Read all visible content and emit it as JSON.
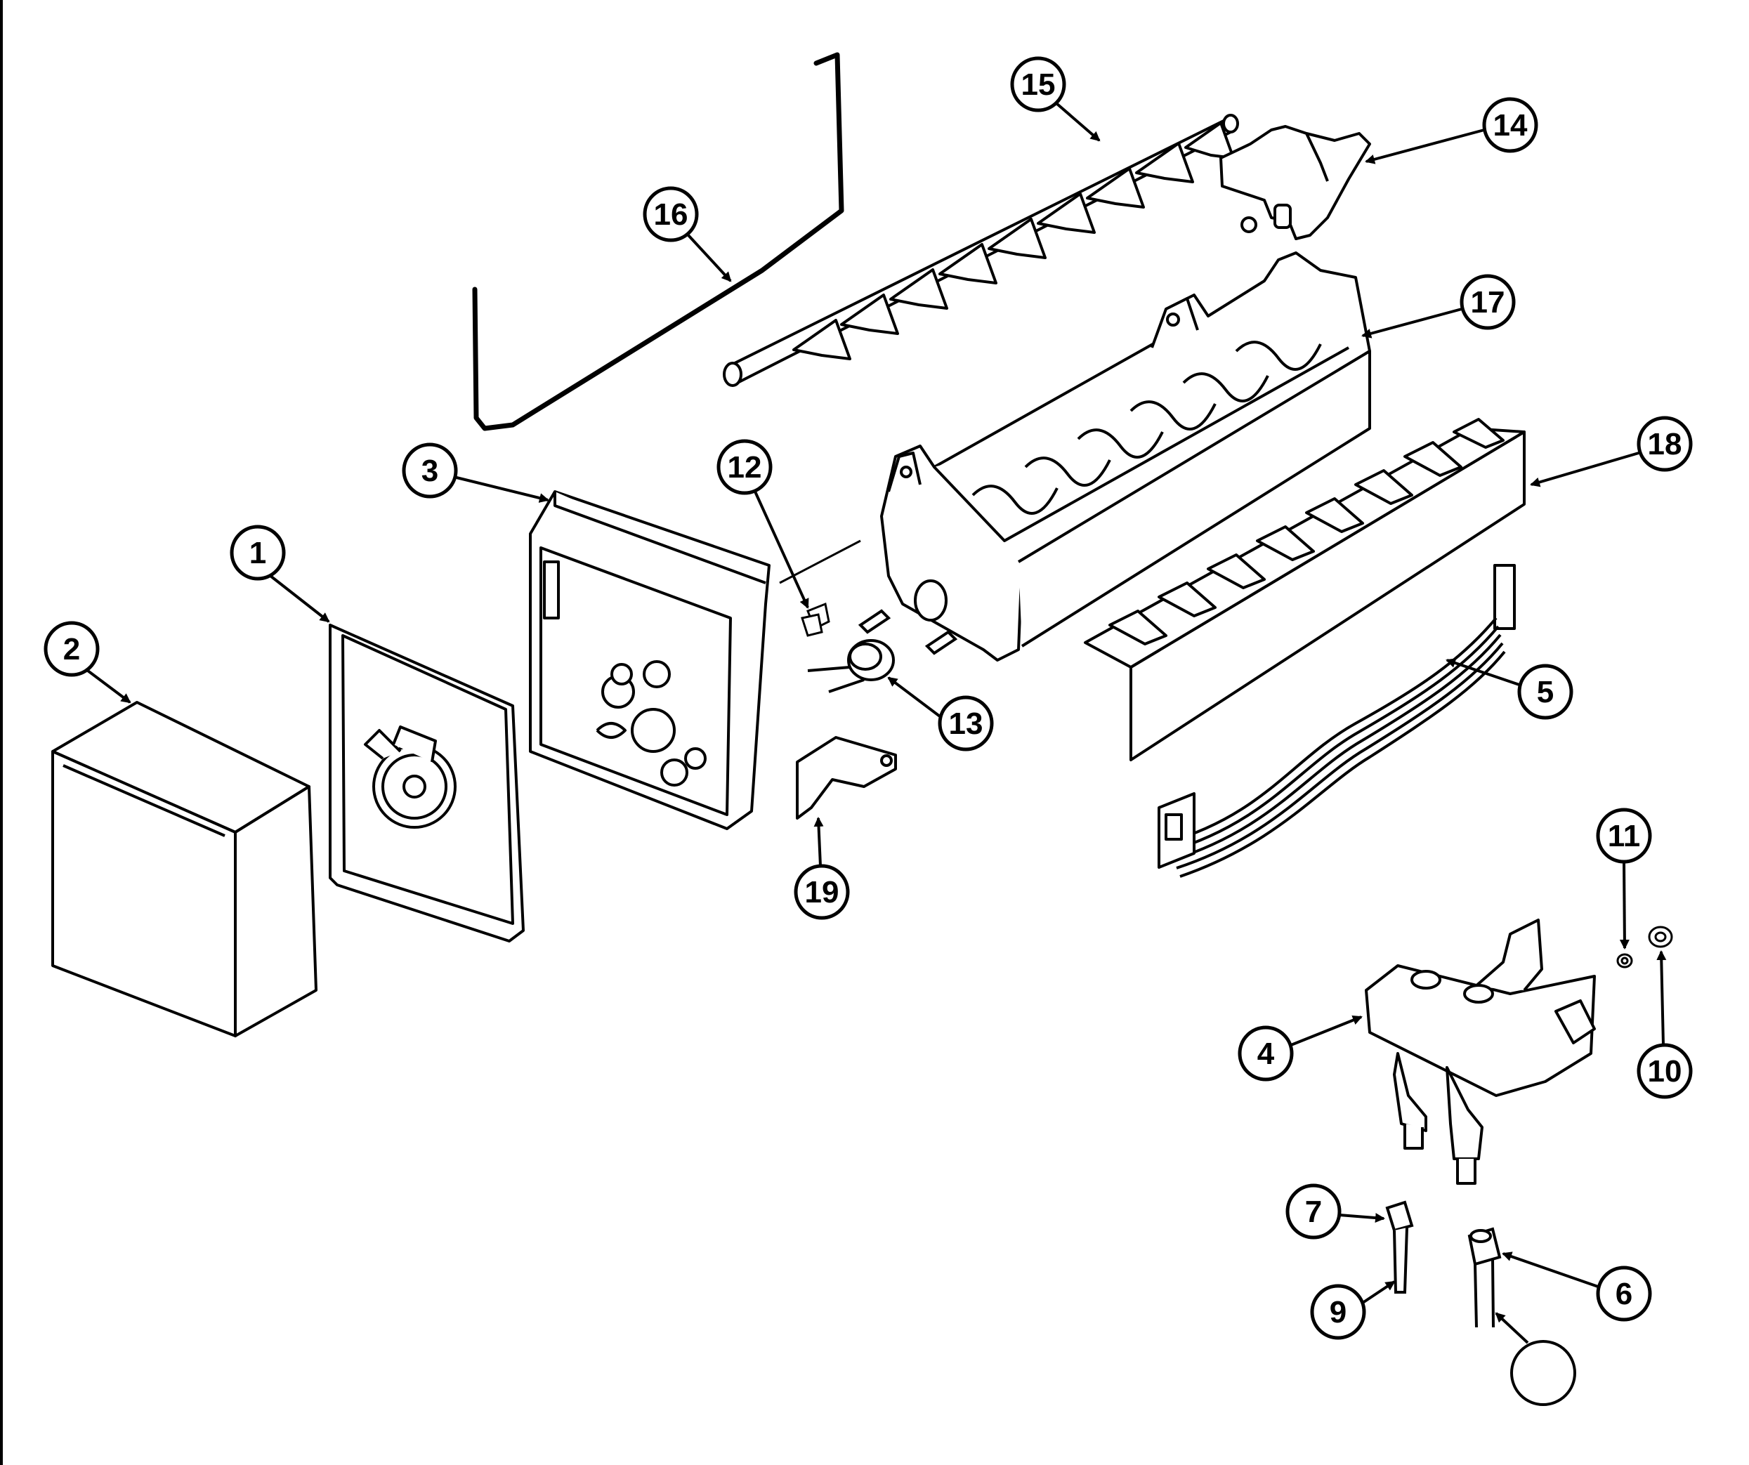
{
  "diagram": {
    "callouts": [
      {
        "id": "c1",
        "label": "1"
      },
      {
        "id": "c2",
        "label": "2"
      },
      {
        "id": "c3",
        "label": "3"
      },
      {
        "id": "c4",
        "label": "4"
      },
      {
        "id": "c5",
        "label": "5"
      },
      {
        "id": "c6",
        "label": "6"
      },
      {
        "id": "c7",
        "label": "7"
      },
      {
        "id": "c9",
        "label": "9"
      },
      {
        "id": "c10",
        "label": "10"
      },
      {
        "id": "c11",
        "label": "11"
      },
      {
        "id": "c12",
        "label": "12"
      },
      {
        "id": "c13",
        "label": "13"
      },
      {
        "id": "c14",
        "label": "14"
      },
      {
        "id": "c15",
        "label": "15"
      },
      {
        "id": "c16",
        "label": "16"
      },
      {
        "id": "c17",
        "label": "17"
      },
      {
        "id": "c18",
        "label": "18"
      },
      {
        "id": "c19",
        "label": "19"
      },
      {
        "id": "c-blank",
        "label": ""
      }
    ]
  }
}
